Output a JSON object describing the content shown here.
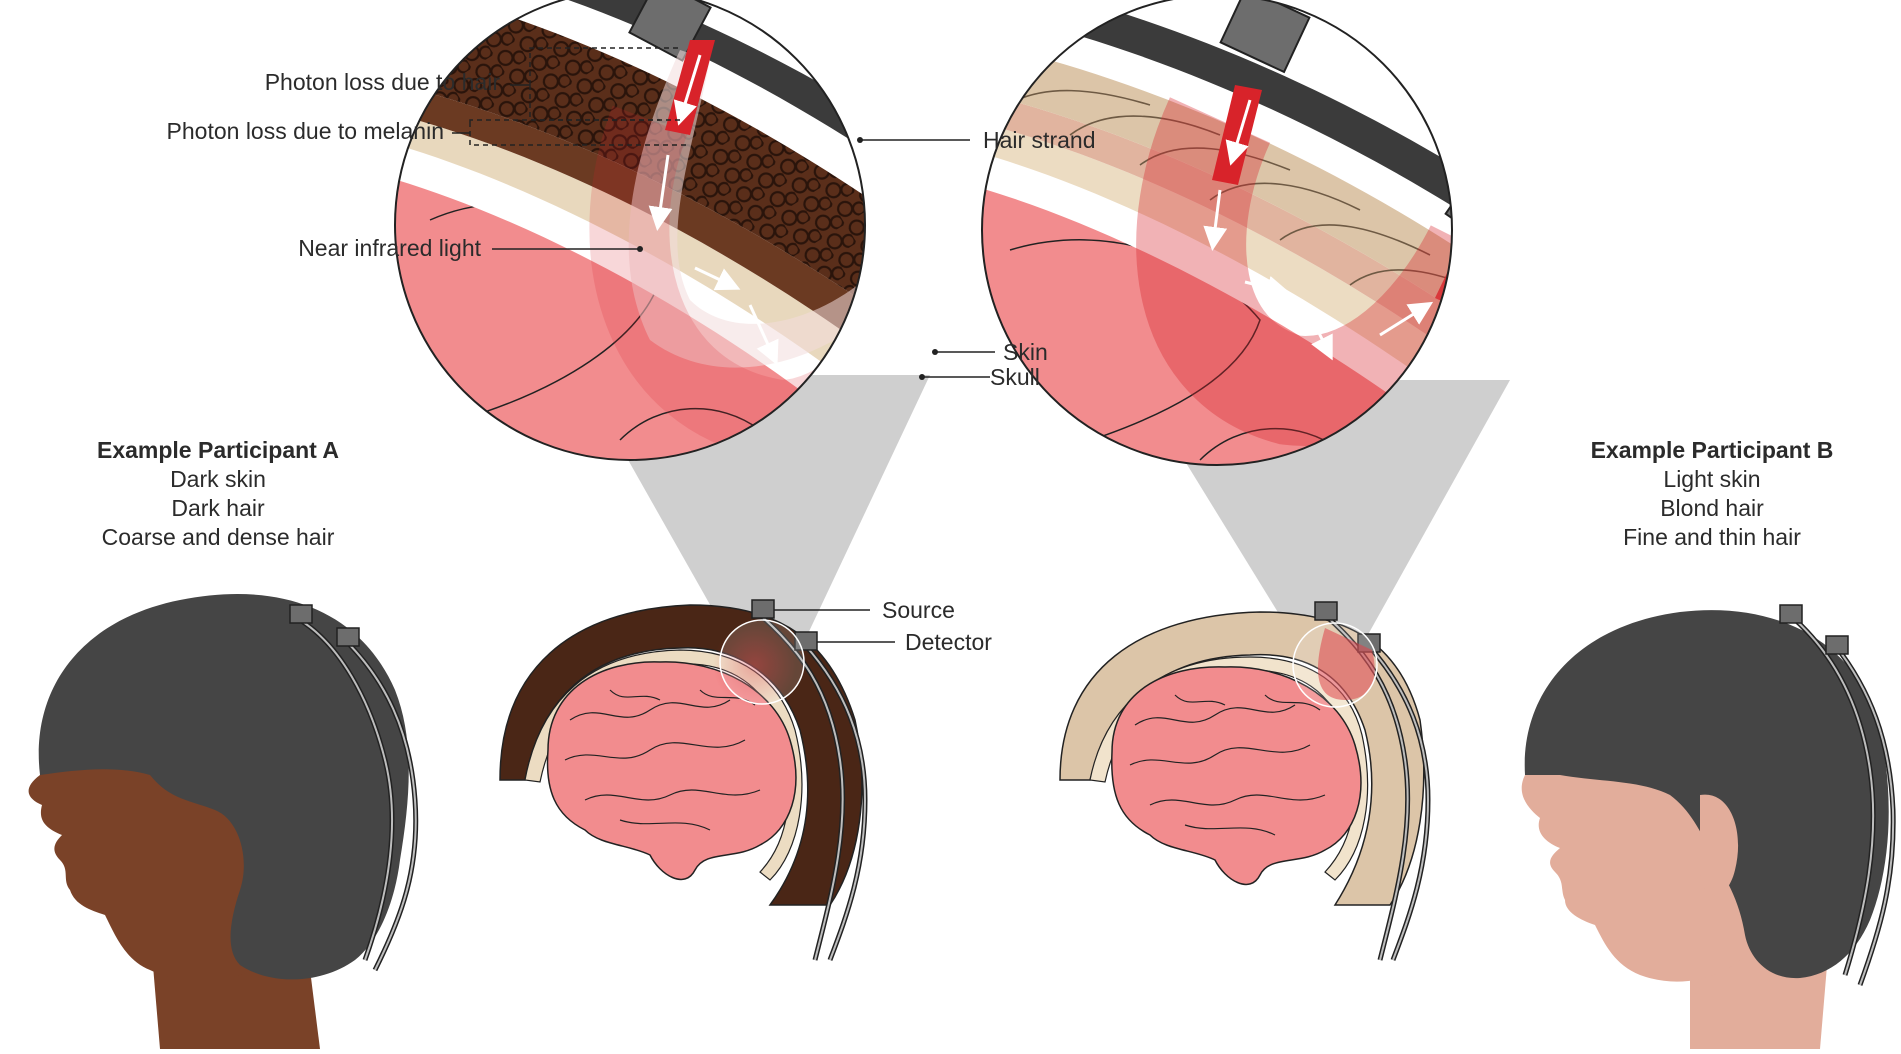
{
  "labels": {
    "photon_loss_hair": "Photon loss due to hair",
    "photon_loss_melanin": "Photon loss due to melanin",
    "near_infrared": "Near infrared light",
    "hair_strand": "Hair strand",
    "skin": "Skin",
    "skull": "Skull",
    "source": "Source",
    "detector": "Detector"
  },
  "participant_a": {
    "title": "Example Participant A",
    "traits": [
      "Dark skin",
      "Dark hair",
      "Coarse and dense hair"
    ]
  },
  "participant_b": {
    "title": "Example Participant B",
    "traits": [
      "Light skin",
      "Blond hair",
      "Fine and thin hair"
    ]
  },
  "colors": {
    "cap": "#454545",
    "dark_skin": "#7a4228",
    "light_skin": "#e2ad9b",
    "dark_hair": "#4a2616",
    "blond_hair": "#dcc5a8",
    "brain": "#f28c8e",
    "scalp": "#e9dcc6",
    "light_beam": "#d8232a"
  }
}
